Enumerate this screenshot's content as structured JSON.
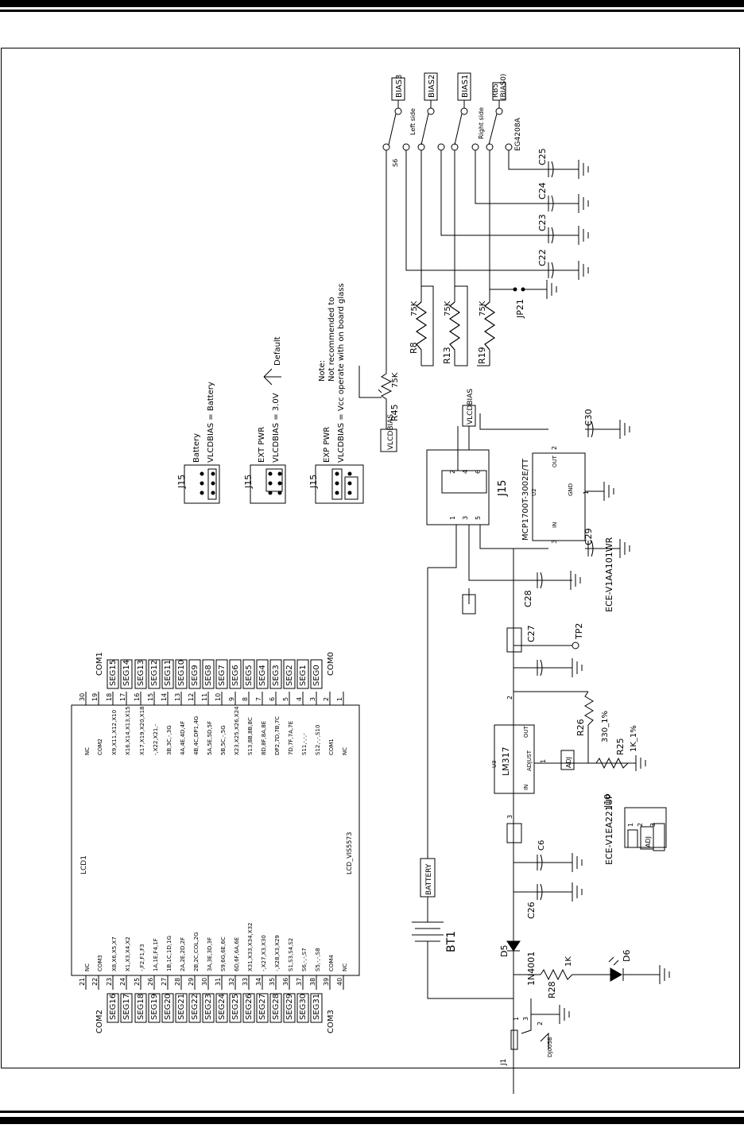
{
  "page": {
    "header_rule": "",
    "footer_rule": ""
  },
  "lcd": {
    "ref": "LCD1",
    "part": "LCD_VIS5573",
    "left_pins": [
      {
        "num": "30",
        "signal": "NC",
        "net": ""
      },
      {
        "num": "19",
        "signal": "COM2",
        "net": "COM1"
      },
      {
        "num": "18",
        "signal": "X9,X11,X12,X10",
        "net": "SEG15"
      },
      {
        "num": "17",
        "signal": "X16,X14,X13,X15",
        "net": "SEG14"
      },
      {
        "num": "16",
        "signal": "X17,X19,X20,X18",
        "net": "SEG13"
      },
      {
        "num": "15",
        "signal": "-,X22,X21,-",
        "net": "SEG12"
      },
      {
        "num": "14",
        "signal": "3B,3C,-,3G",
        "net": "SEG11"
      },
      {
        "num": "13",
        "signal": "4A,4E,4D,4F",
        "net": "SEG10"
      },
      {
        "num": "12",
        "signal": "4B,4C,DP1,4G",
        "net": "SEG9"
      },
      {
        "num": "11",
        "signal": "5A,5E,5D,5F",
        "net": "SEG8"
      },
      {
        "num": "10",
        "signal": "5B,5C,-,5G",
        "net": "SEG7"
      },
      {
        "num": "9",
        "signal": "X23,X25,X26,X24",
        "net": "SEG6"
      },
      {
        "num": "8",
        "signal": "S13,8B,8B,8C",
        "net": "SEG5"
      },
      {
        "num": "7",
        "signal": "8D,8F,8A,8E",
        "net": "SEG4"
      },
      {
        "num": "6",
        "signal": "DP2,7D,7B,7C",
        "net": "SEG3"
      },
      {
        "num": "5",
        "signal": "7D,7F,7A,7E",
        "net": "SEG2"
      },
      {
        "num": "4",
        "signal": "S11,-,-,-",
        "net": "SEG1"
      },
      {
        "num": "3",
        "signal": "S12,-,-,S10",
        "net": "SEG0"
      },
      {
        "num": "2",
        "signal": "COM1",
        "net": "COM0"
      },
      {
        "num": "1",
        "signal": "NC",
        "net": ""
      }
    ],
    "right_pins": [
      {
        "num": "21",
        "signal": "NC",
        "net": ""
      },
      {
        "num": "22",
        "signal": "COM3",
        "net": "COM2"
      },
      {
        "num": "23",
        "signal": "X8,X6,X5,X7",
        "net": "SEG16"
      },
      {
        "num": "24",
        "signal": "X1,X3,X4,X2",
        "net": "SEG17"
      },
      {
        "num": "25",
        "signal": "-,F2,F1,F3",
        "net": "SEG18"
      },
      {
        "num": "26",
        "signal": "1A,1E,F4,1F",
        "net": "SEG19"
      },
      {
        "num": "27",
        "signal": "1B,1C,1D,1G",
        "net": "SEG20"
      },
      {
        "num": "28",
        "signal": "2A,2E,2D,2F",
        "net": "SEG21"
      },
      {
        "num": "29",
        "signal": "2B,2C,COL,2G",
        "net": "SEG22"
      },
      {
        "num": "30",
        "signal": "3A,3E,3D,3F",
        "net": "SEG23"
      },
      {
        "num": "31",
        "signal": "S9,6G,6E,6C",
        "net": "SEG24"
      },
      {
        "num": "32",
        "signal": "6D,6F,6A,6E",
        "net": "SEG25"
      },
      {
        "num": "33",
        "signal": "X31,X33,X34,X32",
        "net": "SEG26"
      },
      {
        "num": "34",
        "signal": "-,X27,X3,X30",
        "net": "SEG27"
      },
      {
        "num": "35",
        "signal": "-,X28,X3,X29",
        "net": "SEG28"
      },
      {
        "num": "36",
        "signal": "S1,S3,S4,S2",
        "net": "SEG29"
      },
      {
        "num": "37",
        "signal": "S6,-,-,S7",
        "net": "SEG30"
      },
      {
        "num": "38",
        "signal": "S5,-,-,S8",
        "net": "SEG31"
      },
      {
        "num": "39",
        "signal": "COM4",
        "net": "COM3"
      },
      {
        "num": "40",
        "signal": "NC",
        "net": ""
      }
    ]
  },
  "jumpers": {
    "j15_ref": "J15",
    "config_battery": {
      "pins_left": [
        "1",
        "3",
        "5"
      ],
      "pins_right": [
        "2",
        "4",
        "6"
      ],
      "title": "Battery",
      "desc": "VLCDBIAS = Battery"
    },
    "config_ext": {
      "pins_left": [
        "1",
        "3",
        "5"
      ],
      "pins_right": [
        "2",
        "4",
        "6"
      ],
      "title": "EXT PWR",
      "desc": "VLCDBIAS = 3.0V",
      "default": "Default"
    },
    "config_exp": {
      "pins_left": [
        "1",
        "3",
        "5"
      ],
      "pins_right": [
        "2",
        "4",
        "6"
      ],
      "title": "EXP PWR",
      "desc": "VLCDBIAS = Vcc  operate with on board glass"
    },
    "note_title": "Note:",
    "note_line1": "Not recommended to",
    "note_line2": "operate with on board glass"
  },
  "bias": {
    "net_bias3": "BIAS3",
    "net_bias2": "BIAS2",
    "net_bias1": "BIAS1",
    "net_rb5": "RB5",
    "net_bias0": "(BIAS0)",
    "left_side": "Left side",
    "right_side": "Right side",
    "switch_ref": "S6",
    "switch_part": "EG4208A",
    "r8": "R8",
    "r13": "R13",
    "r19": "R19",
    "r45": "R45",
    "r_val": "75K",
    "jp21": "JP21",
    "c22": "C22",
    "c23": "C23",
    "c24": "C24",
    "c25": "C25",
    "vlcdbias": "VLCDBIAS"
  },
  "power": {
    "j15_ref": "J15",
    "j15_pins": [
      "1",
      "2",
      "3",
      "4",
      "5",
      "6"
    ],
    "ldo": "MCP1700T-3002E/TT",
    "ldo_ref": "U2",
    "ldo_in": "IN",
    "ldo_out": "OUT",
    "ldo_gnd": "GND",
    "ldo_pin_in": "3",
    "ldo_pin_out": "2",
    "ldo_pin_gnd": "1",
    "c29": "C29",
    "c30": "C30",
    "c28": "C28",
    "c27": "C27",
    "tp2": "TP2",
    "ece1": "ECE-V1AA101WR",
    "reg": "LM317",
    "reg_ref": "U3",
    "reg_in": "IN",
    "reg_out": "OUT",
    "reg_adj": "ADJUST",
    "reg_pin_in": "3",
    "reg_pin_out": "2",
    "reg_pin_adj": "1",
    "r26": "R26",
    "r26_val": "330_1%",
    "r25": "R25",
    "r25_val": "1K_1%",
    "adj": "ADJ",
    "j10": "J10",
    "j10_pins": [
      "1",
      "2",
      "3"
    ],
    "ece2": "ECE-V1EA221UP",
    "c6": "C6",
    "c26": "C26",
    "battery_net": "BATTERY",
    "bt1": "BT1",
    "d5": "D5",
    "d5_part": "1N4001",
    "r28": "R28",
    "r28_val": "1K",
    "d6": "D6",
    "j1": "J1",
    "j1_part": "DJ005B",
    "j1_pins": [
      "1",
      "2",
      "3"
    ]
  }
}
